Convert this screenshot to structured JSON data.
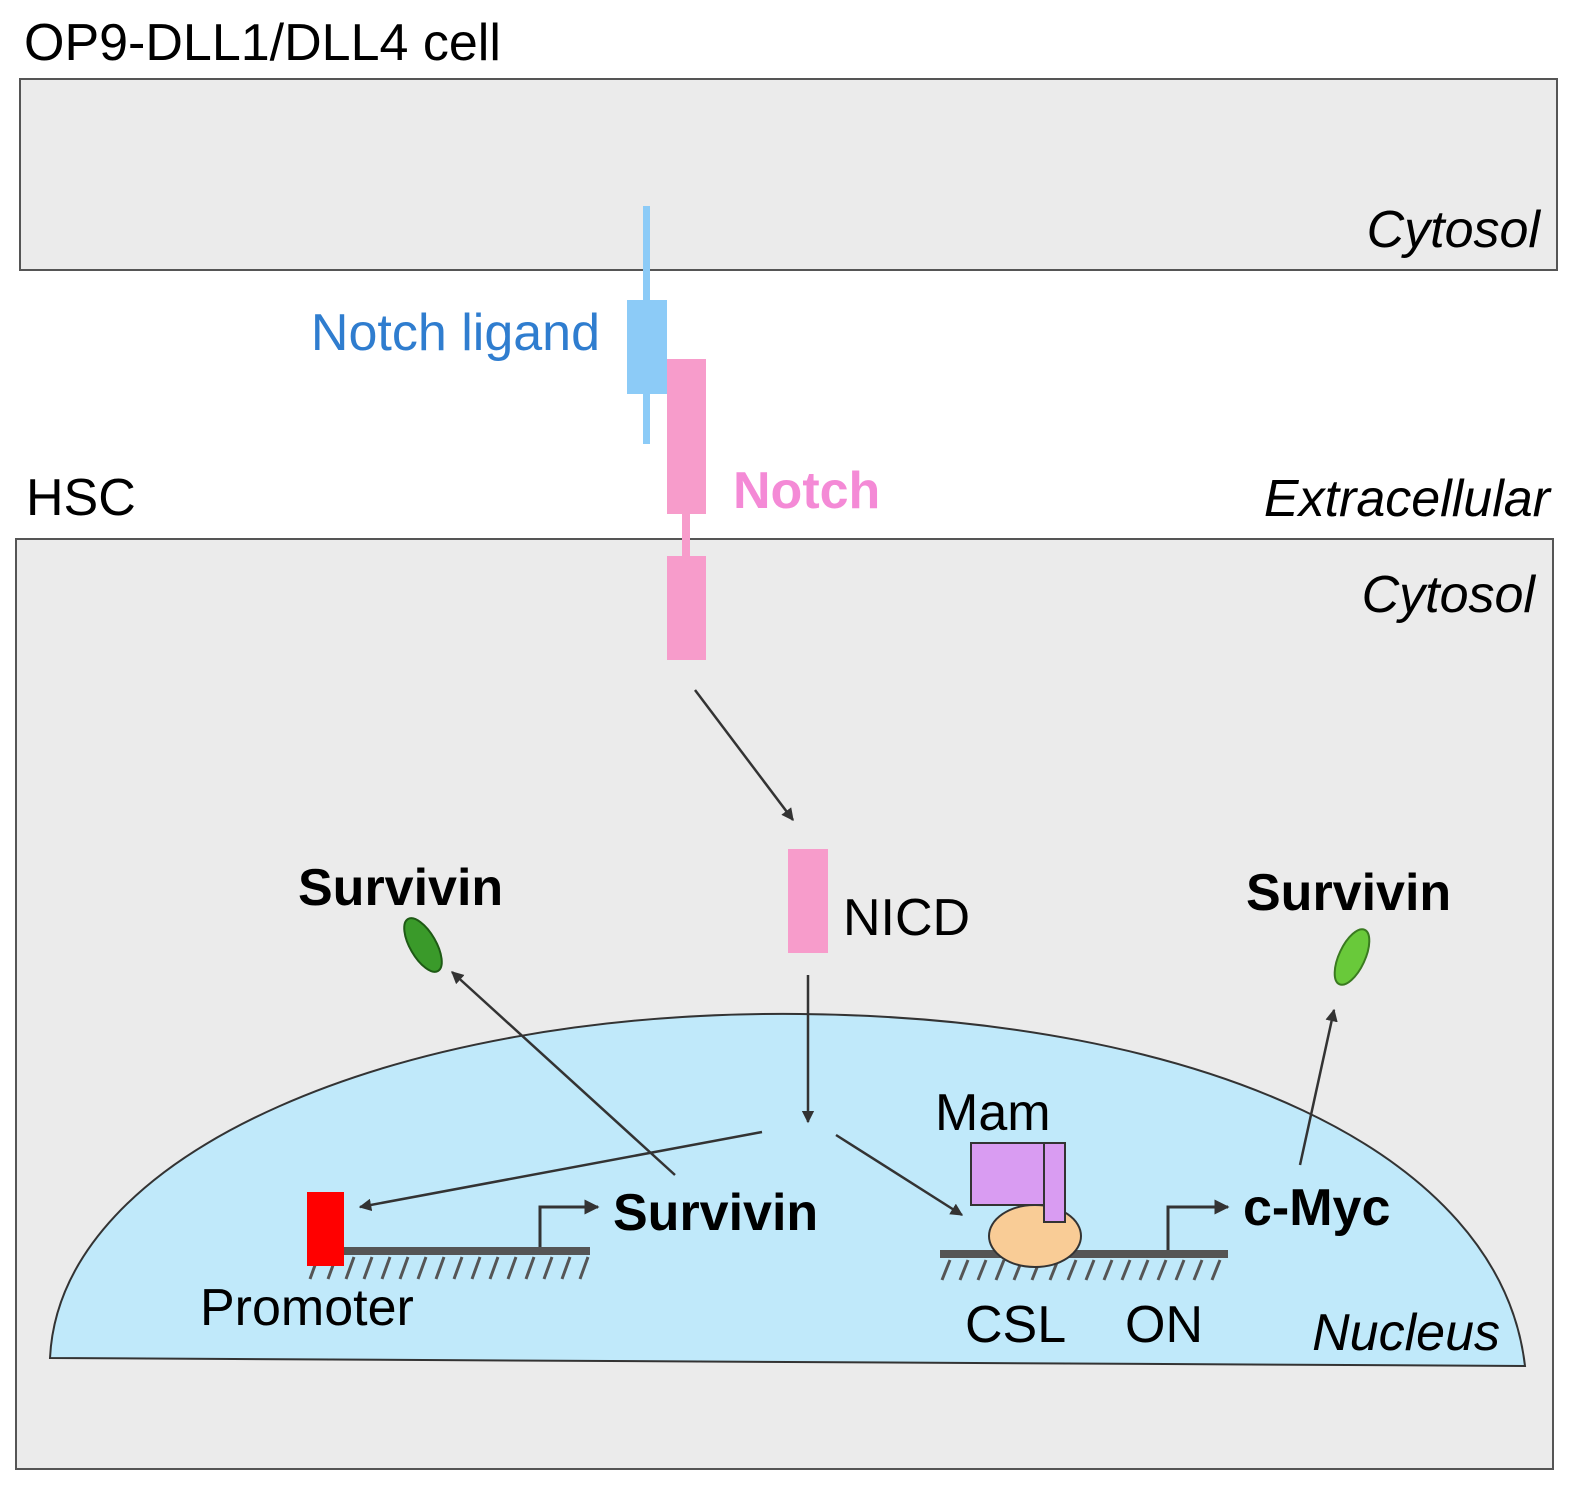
{
  "labels": {
    "top_cell": "OP9-DLL1/DLL4 cell",
    "top_cytosol": "Cytosol",
    "notch_ligand": "Notch ligand",
    "notch": "Notch",
    "hsc": "HSC",
    "extracellular": "Extracellular",
    "hsc_cytosol": "Cytosol",
    "nicd": "NICD",
    "survivin_left": "Survivin",
    "survivin_right": "Survivin",
    "survivin_gene": "Survivin",
    "mam": "Mam",
    "cmyc": "c-Myc",
    "promoter": "Promoter",
    "csl": "CSL",
    "on": "ON",
    "nucleus": "Nucleus"
  },
  "colors": {
    "cell_fill": "#ebebeb",
    "cell_stroke": "#555555",
    "ligand": "#8ccbf7",
    "ligand_text": "#2f7dcf",
    "notch": "#f79ccb",
    "notch_text": "#f48ad6",
    "nucleus_fill": "#c0e9fa",
    "promoter": "#ff0000",
    "mam": "#d99cf2",
    "csl": "#f9cc96",
    "survivin_dark": "#3a9a2a",
    "survivin_light": "#69c93a",
    "arrow": "#333333",
    "dna": "#555555"
  }
}
